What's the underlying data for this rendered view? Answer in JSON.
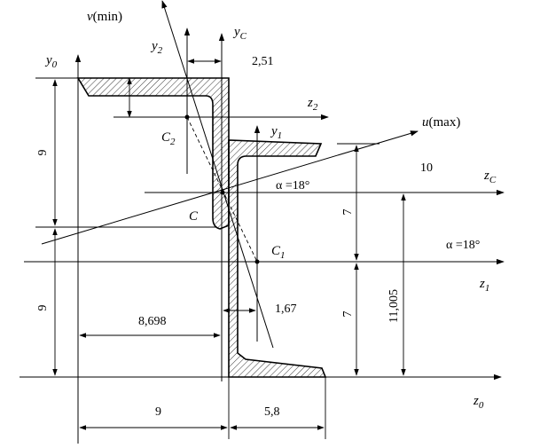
{
  "axes": {
    "v": {
      "letter": "v",
      "suffix": "(min)"
    },
    "u": {
      "letter": "u",
      "suffix": "(max)"
    },
    "y0": {
      "letter": "y",
      "sub": "0"
    },
    "yC": {
      "letter": "y",
      "sub": "C"
    },
    "y1": {
      "letter": "y",
      "sub": "1"
    },
    "y2": {
      "letter": "y",
      "sub": "2"
    },
    "z0": {
      "letter": "z",
      "sub": "0"
    },
    "zC": {
      "letter": "z",
      "sub": "C"
    },
    "z1": {
      "letter": "z",
      "sub": "1"
    },
    "z2": {
      "letter": "z",
      "sub": "2"
    }
  },
  "points": {
    "C": {
      "letter": "C"
    },
    "C1": {
      "letter": "C",
      "sub": "1"
    },
    "C2": {
      "letter": "C",
      "sub": "2"
    }
  },
  "angles": {
    "near_c": "α =18°",
    "right": "α =18°"
  },
  "dimensions": {
    "top_offset": "2,51",
    "left_upper": "9",
    "left_lower": "9",
    "right_upper_7": "7",
    "right_lower_7": "7",
    "right_10": "10",
    "right_11005": "11,005",
    "centroid_offset": "8,698",
    "web_offset": "1,67",
    "bottom_left": "9",
    "bottom_right": "5,8"
  }
}
